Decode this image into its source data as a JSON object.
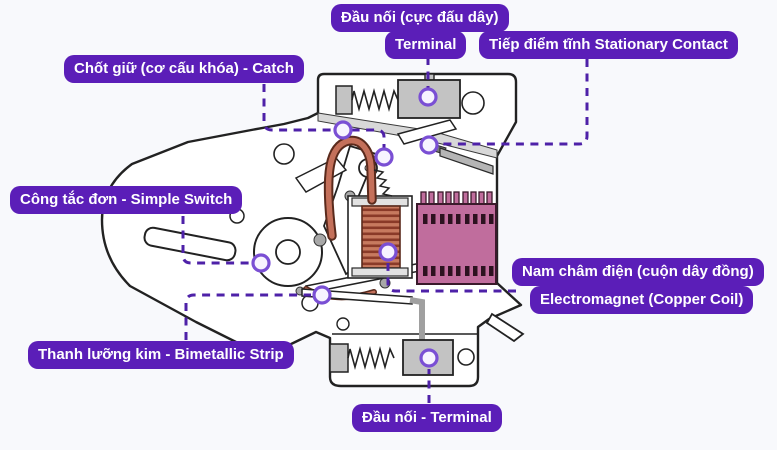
{
  "labels": {
    "terminal_top": {
      "line1": "Đầu nối (cực đấu dây)",
      "line2": "Terminal"
    },
    "stationary_contact": {
      "text": "Tiếp điểm tĩnh Stationary Contact"
    },
    "catch": {
      "text": "Chốt giữ (cơ cấu khóa) - Catch"
    },
    "simple_switch": {
      "text": "Công tắc đơn - Simple Switch"
    },
    "electromagnet": {
      "line1": "Nam châm điện (cuộn dây đồng)",
      "line2": "Electromagnet (Copper Coil)"
    },
    "bimetallic_strip": {
      "text": "Thanh lưỡng kim - Bimetallic Strip"
    },
    "terminal_bottom": {
      "text": "Đầu nối - Terminal"
    }
  },
  "colors": {
    "background": "#f8f9fc",
    "label_background": "#5b1eb8",
    "label_text": "#ffffff",
    "callout_line": "#4e21a8",
    "marker_ring": "#7a4fd4",
    "coil_copper": "#c4705a",
    "arc_chute_pink": "#c06d9d",
    "metal_gray": "#c3c3c3",
    "outline": "#222222"
  }
}
